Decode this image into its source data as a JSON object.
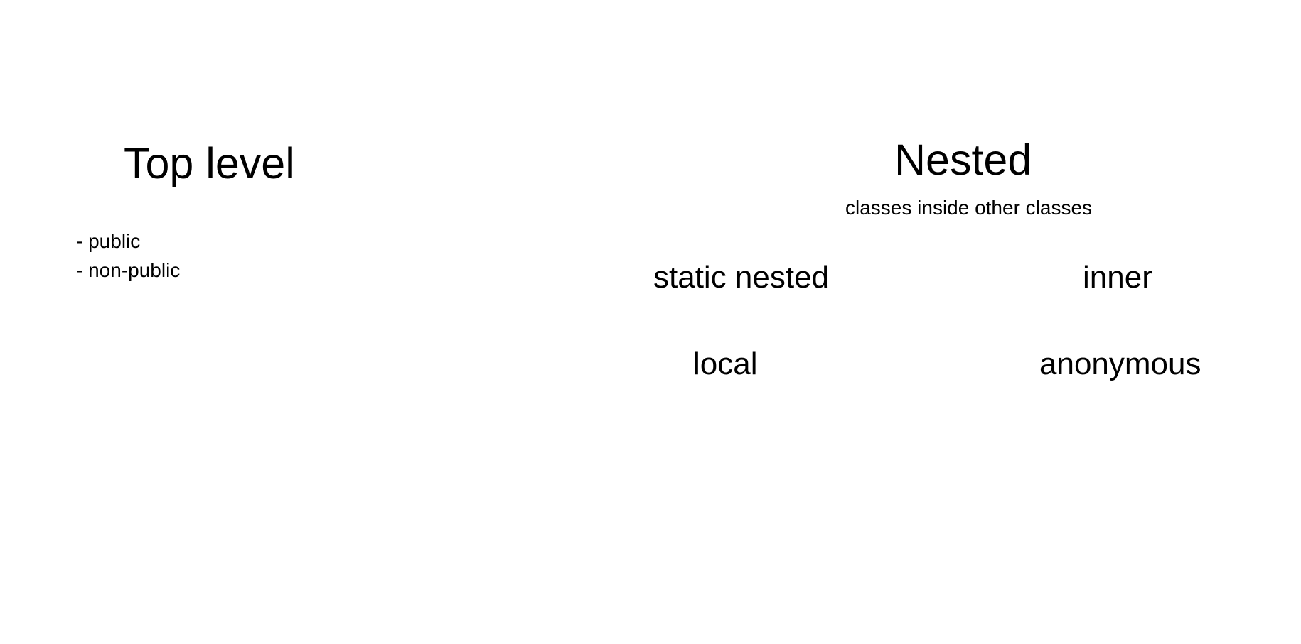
{
  "left_section": {
    "title": "Top level",
    "items": [
      "- public",
      "- non-public"
    ]
  },
  "right_section": {
    "title": "Nested",
    "subtitle": "classes inside other classes",
    "kinds": [
      "static nested",
      "inner",
      "local",
      "anonymous"
    ]
  },
  "colors": {
    "background": "#ffffff",
    "text": "#000000"
  }
}
